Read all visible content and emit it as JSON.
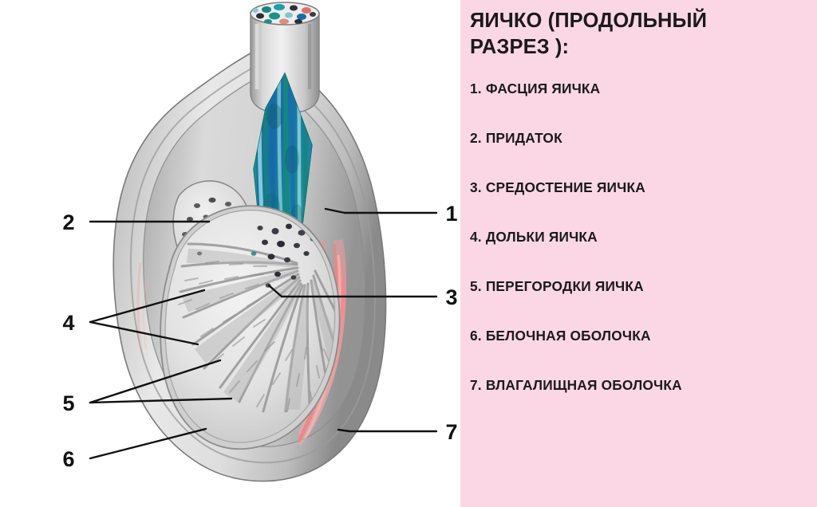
{
  "legend": {
    "title": "ЯИЧКО (ПРОДОЛЬНЫЙ\nРАЗРЕЗ ):",
    "background_color": "#fbd7e5",
    "items": [
      {
        "num": "1.",
        "label": "1. ФАСЦИЯ ЯИЧКА"
      },
      {
        "num": "2.",
        "label": "2. ПРИДАТОК"
      },
      {
        "num": "3.",
        "label": "3. СРЕДОСТЕНИЕ ЯИЧКА"
      },
      {
        "num": "4.",
        "label": "4. ДОЛЬКИ ЯИЧКА"
      },
      {
        "num": "5.",
        "label": "5. ПЕРЕГОРОДКИ ЯИЧКА"
      },
      {
        "num": "6.",
        "label": "6. БЕЛОЧНАЯ ОБОЛОЧКА"
      },
      {
        "num": "7.",
        "label": "7. ВЛАГАЛИЩНАЯ ОБОЛОЧКА"
      }
    ]
  },
  "diagram": {
    "callouts": [
      {
        "id": "1",
        "text": "1",
        "side": "right"
      },
      {
        "id": "2",
        "text": "2",
        "side": "left"
      },
      {
        "id": "3",
        "text": "3",
        "side": "right"
      },
      {
        "id": "4",
        "text": "4",
        "side": "left"
      },
      {
        "id": "5",
        "text": "5",
        "side": "left"
      },
      {
        "id": "6",
        "text": "6",
        "side": "left"
      },
      {
        "id": "7",
        "text": "7",
        "side": "right"
      }
    ],
    "colors": {
      "tissue_light": "#e4e4e4",
      "tissue_mid": "#b9b9b9",
      "tissue_dark": "#8d8d8d",
      "duct_blue": "#1769a8",
      "duct_teal": "#17887f",
      "duct_light": "#8fd3dd",
      "vessel_pink": "#f08a92",
      "leader_line": "#111111"
    }
  }
}
